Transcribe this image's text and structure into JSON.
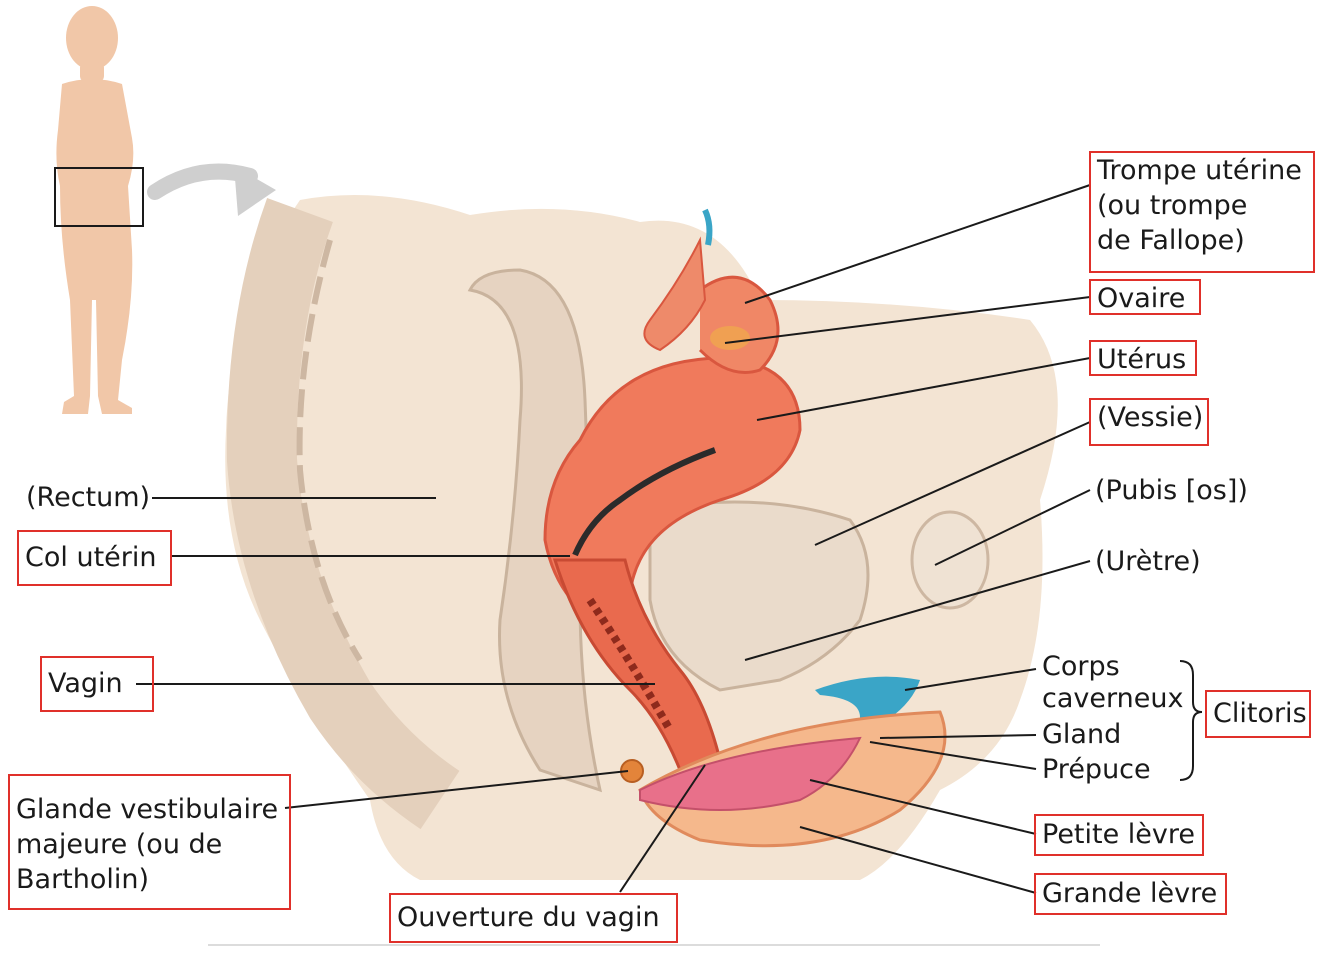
{
  "labels": {
    "trompe": "Trompe utérine\n(ou trompe\nde Fallope)",
    "ovaire": "Ovaire",
    "uterus": "Utérus",
    "vessie": "(Vessie)",
    "pubis": "(Pubis [os])",
    "uretre": "(Urètre)",
    "corps_caverneux": "Corps\ncaverneux",
    "gland": "Gland",
    "prepuce": "Prépuce",
    "clitoris": "Clitoris",
    "petite_levre": "Petite lèvre",
    "grande_levre": "Grande lèvre",
    "rectum": "(Rectum)",
    "col_uterin": "Col utérin",
    "vagin": "Vagin",
    "glande": "Glande vestibulaire\nmajeure (ou de\nBartholin)",
    "ouverture": "Ouverture du vagin"
  },
  "colors": {
    "box_border": "#e0302a",
    "tissue_bg": "#f3e4d3",
    "organ": "#f07a5c",
    "organ_dark": "#d9573f",
    "cavernous": "#3aa5c7",
    "silhouette": "#f1c7a8"
  }
}
